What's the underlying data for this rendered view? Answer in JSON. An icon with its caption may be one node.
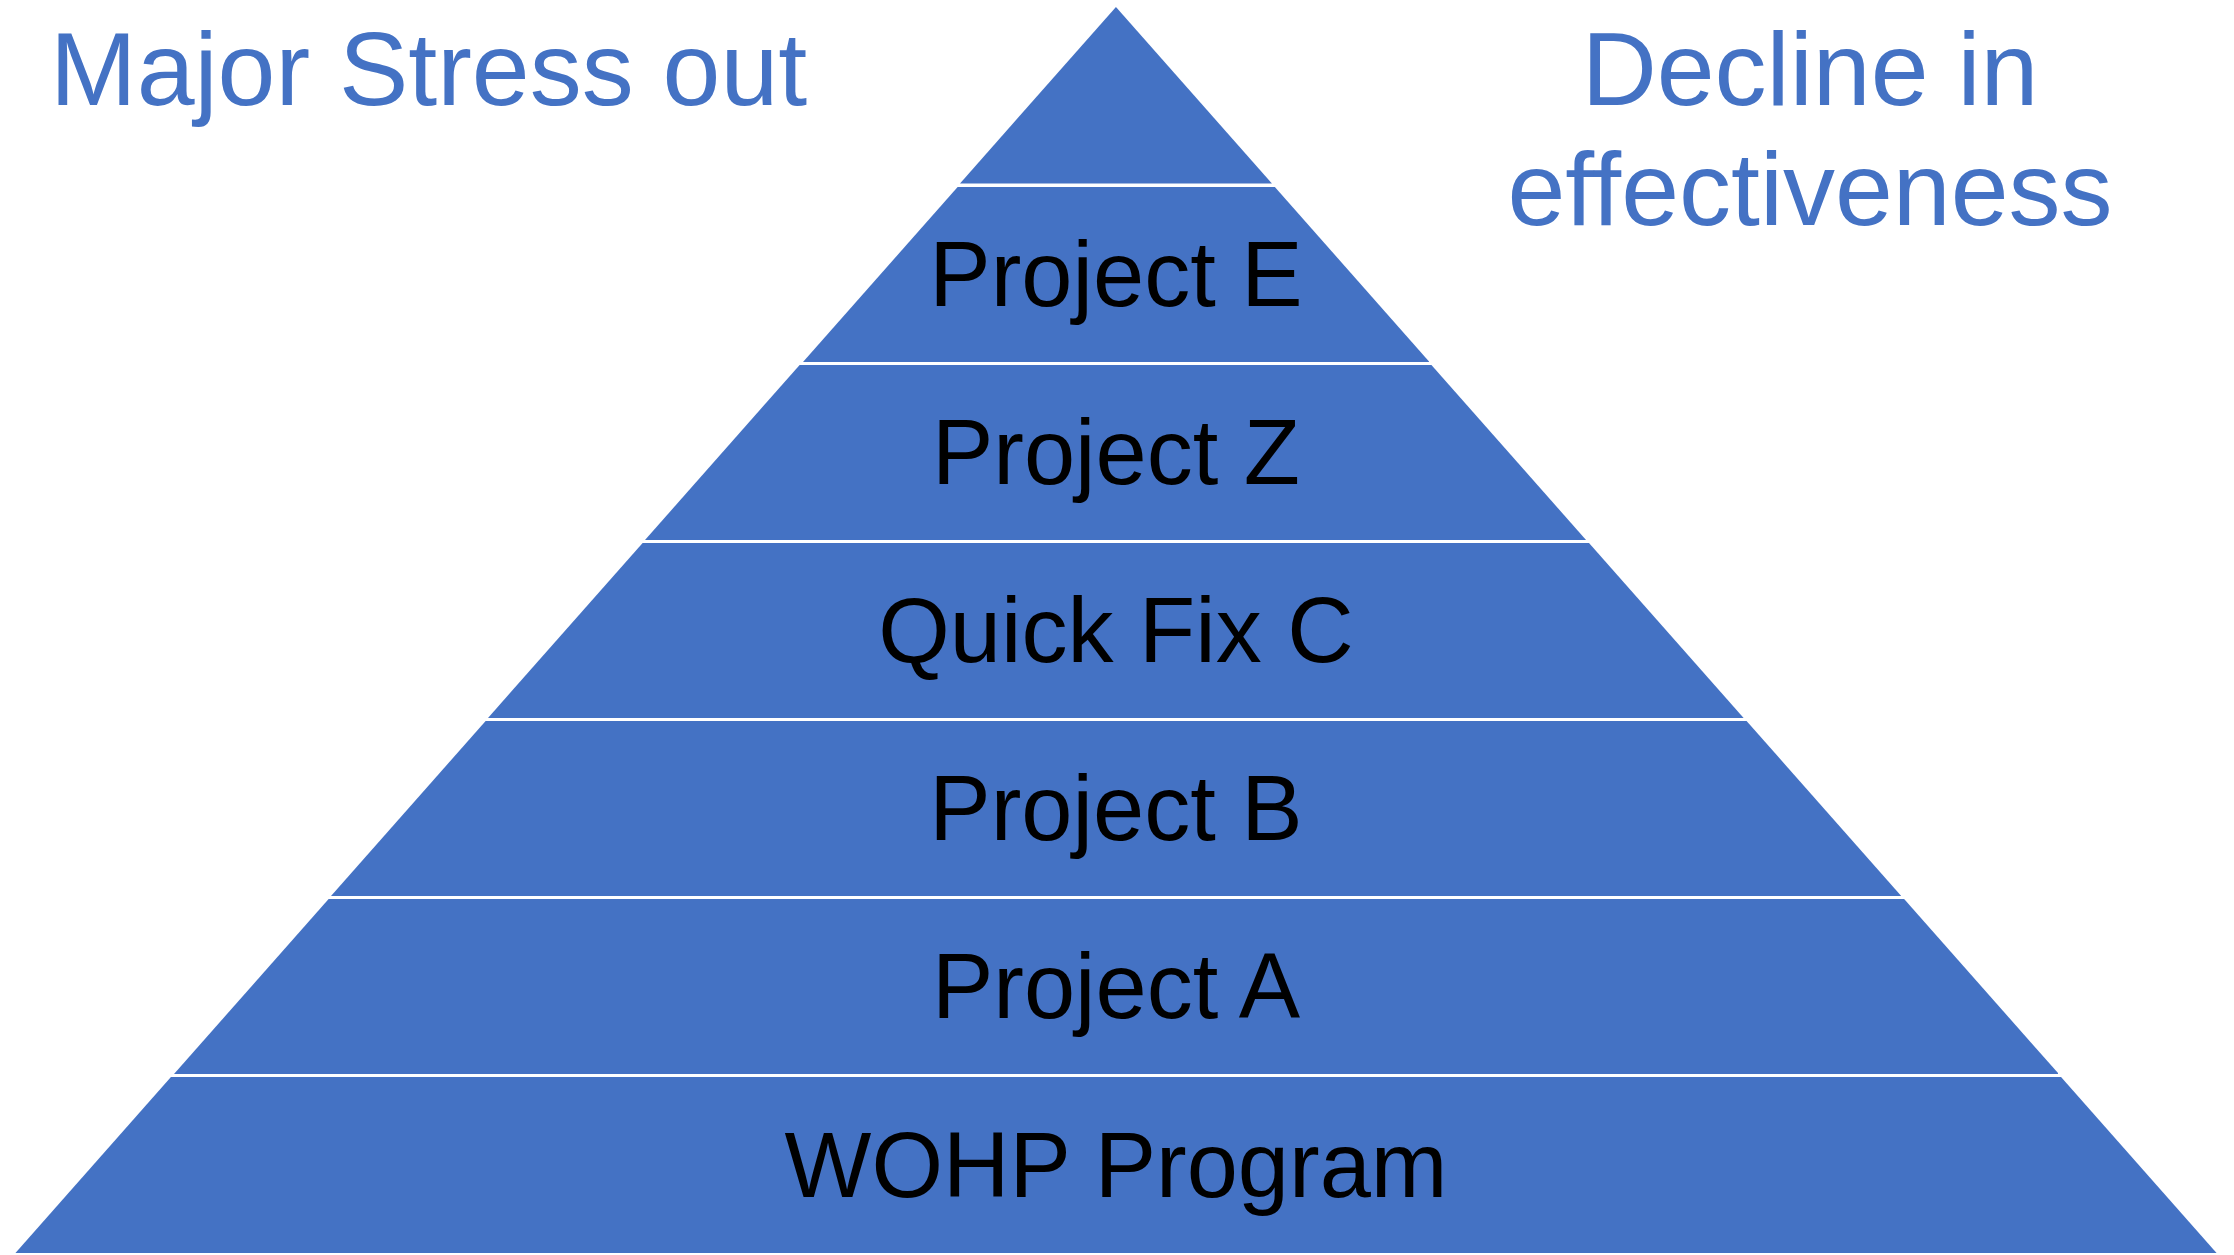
{
  "diagram": {
    "nodes": [
      {
        "text": [],
        "shape": "triangle"
      },
      {
        "text": [
          "Project E"
        ]
      },
      {
        "text": [
          "Project Z"
        ]
      },
      {
        "text": [
          "Quick Fix C"
        ]
      },
      {
        "text": [
          "Project B"
        ]
      },
      {
        "text": [
          "Project A"
        ]
      },
      {
        "text": [
          "WOHP Program"
        ]
      }
    ],
    "edges": [],
    "labels": [
      "Major Stress out",
      "Decline in effectiveness"
    ]
  }
}
